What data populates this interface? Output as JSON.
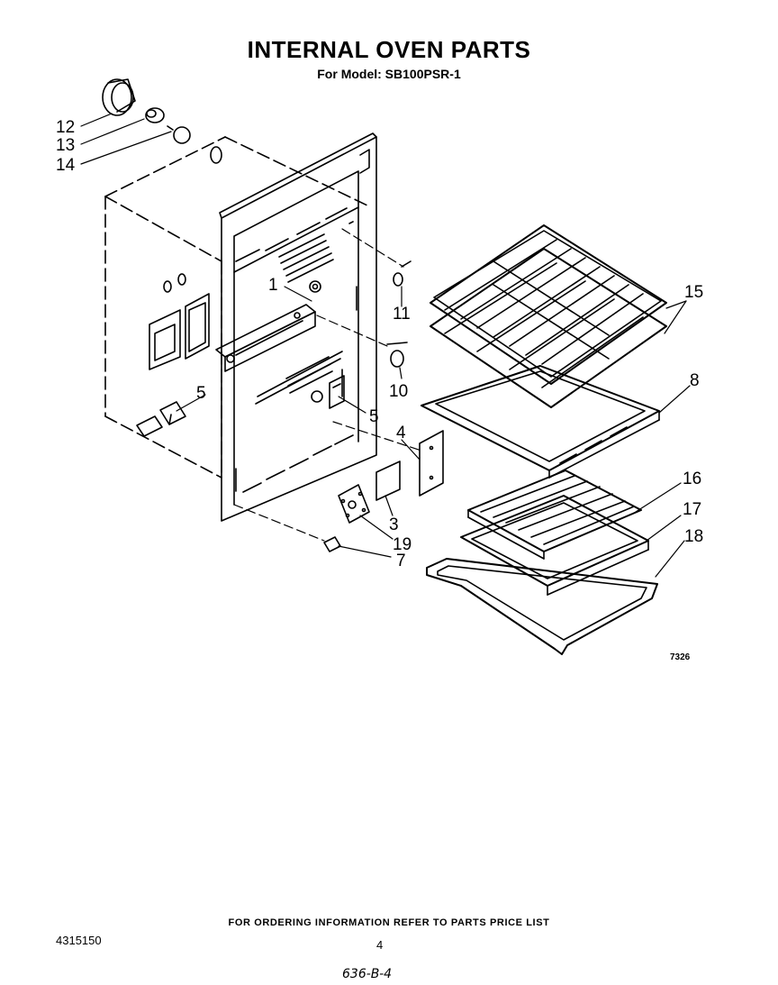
{
  "header": {
    "title": "INTERNAL OVEN PARTS",
    "subtitle": "For Model: SB100PSR-1"
  },
  "callouts": {
    "c1": "1",
    "c3": "3",
    "c4": "4",
    "c5a": "5",
    "c5b": "5",
    "c7": "7",
    "c8": "8",
    "c10": "10",
    "c11": "11",
    "c12": "12",
    "c13": "13",
    "c14": "14",
    "c15": "15",
    "c16": "16",
    "c17": "17",
    "c18": "18",
    "c19": "19"
  },
  "figure_number": "7326",
  "footer": {
    "ordering_note": "FOR ORDERING INFORMATION REFER TO PARTS PRICE LIST",
    "document_number": "4315150",
    "page_number": "4",
    "handwritten_note": "636-B-4"
  }
}
